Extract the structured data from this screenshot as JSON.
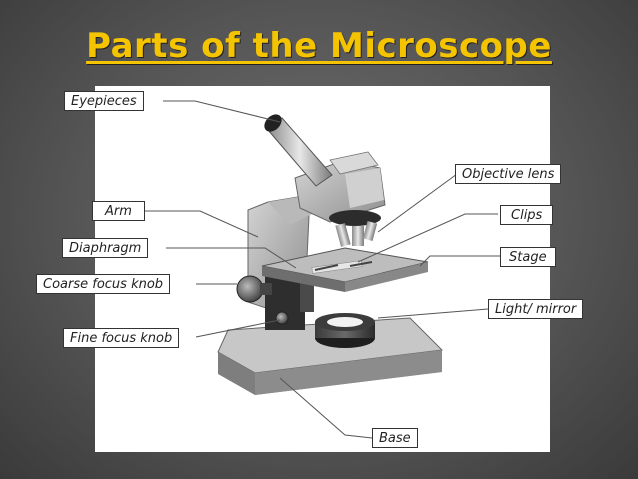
{
  "title": "Parts of the Microscope",
  "labels": {
    "eyepieces": "Eyepieces",
    "objective_lens": "Objective lens",
    "arm": "Arm",
    "clips": "Clips",
    "diaphragm": "Diaphragm",
    "stage": "Stage",
    "coarse_focus_knob": "Coarse focus knob",
    "light_mirror": "Light/ mirror",
    "fine_focus_knob": "Fine focus knob",
    "base": "Base"
  },
  "colors": {
    "title": "#f5c400",
    "background": "#5a5a5a",
    "panel": "#ffffff",
    "microscope_body": "#a9a9a9"
  }
}
